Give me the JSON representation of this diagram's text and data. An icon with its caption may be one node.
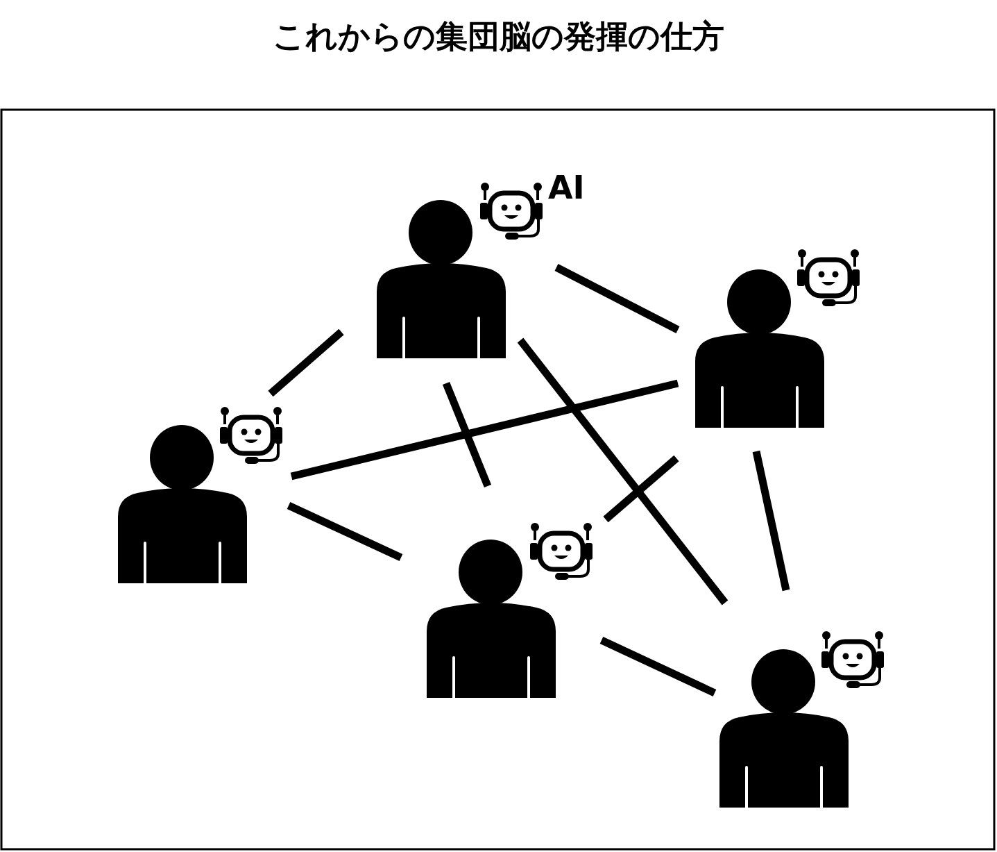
{
  "diagram": {
    "title": "これからの集団脳の発揮の仕方",
    "nodes": [
      {
        "text": [],
        "shape": "person",
        "beside": [
          "AI"
        ]
      },
      {
        "text": [],
        "shape": "person"
      },
      {
        "text": [],
        "shape": "person"
      },
      {
        "text": [],
        "shape": "person"
      },
      {
        "text": [],
        "shape": "person"
      }
    ],
    "edges": [
      {
        "from": 0,
        "to": 1,
        "arrow": "none"
      },
      {
        "from": 0,
        "to": 2,
        "arrow": "none"
      },
      {
        "from": 0,
        "to": 4,
        "arrow": "none"
      },
      {
        "from": 0,
        "to": 3,
        "arrow": "none"
      },
      {
        "from": 1,
        "to": 2,
        "arrow": "none"
      },
      {
        "from": 1,
        "to": 3,
        "arrow": "none"
      },
      {
        "from": 1,
        "to": 4,
        "arrow": "none"
      },
      {
        "from": 2,
        "to": 3,
        "arrow": "none"
      },
      {
        "from": 3,
        "to": 4,
        "arrow": "none"
      }
    ]
  }
}
